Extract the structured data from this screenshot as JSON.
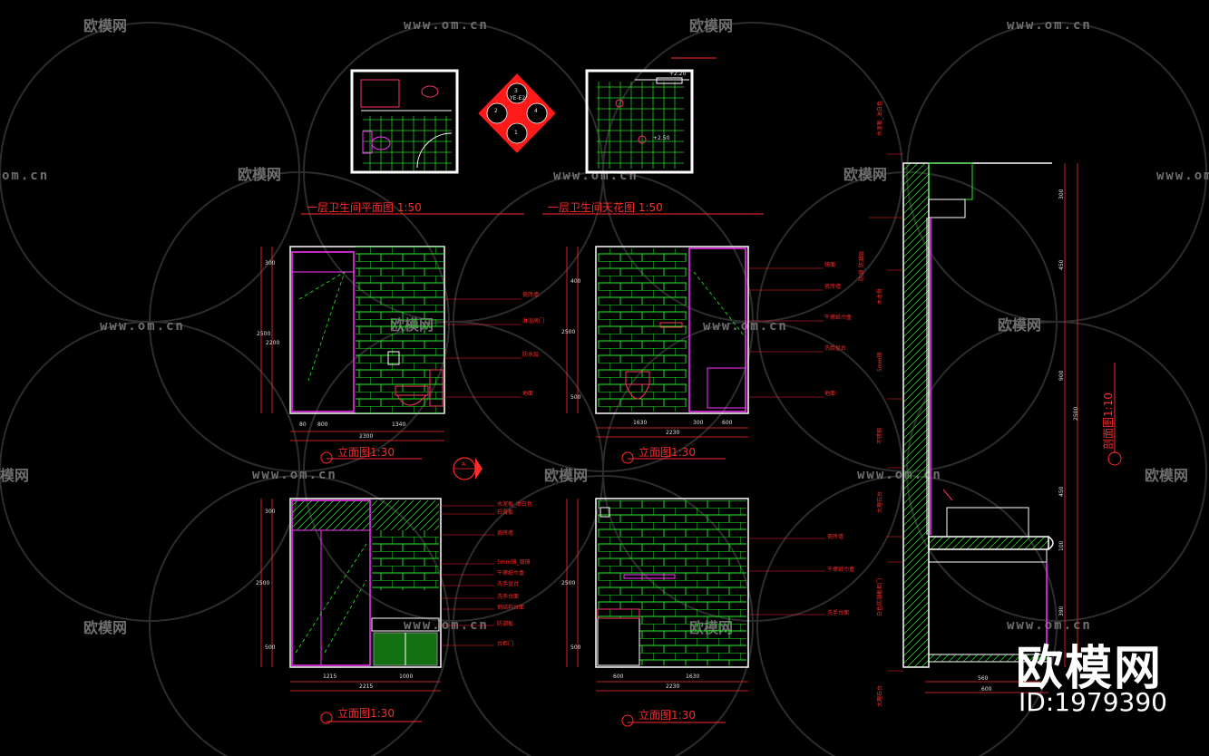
{
  "watermark": {
    "brand": "欧模网",
    "url": "www.om.cn",
    "partial_url": "om.cn",
    "partial_brand": "模网"
  },
  "drawings": {
    "plan_title": "一层卫生间平面图 1:50",
    "ceiling_title": "一层卫生间天花图 1:50",
    "elev_title_1": "立面图1:30",
    "elev_title_2": "立面图1:30",
    "elev_title_3": "立面图1:30",
    "elev_title_4": "立面图1:30",
    "section_title": "剖面图1:10",
    "level_1": "+2.20",
    "level_2": "+2.50",
    "index_1": "1",
    "index_2": "2",
    "index_3": "3",
    "index_4": "4",
    "index_ref": "YE-E2",
    "section_mark": "A",
    "dims_e1": [
      "80",
      "800",
      "1340",
      "2300",
      "300",
      "2500",
      "2200"
    ],
    "dims_e2": [
      "1630",
      "300",
      "600",
      "2230",
      "400",
      "2500",
      "500"
    ],
    "dims_e3": [
      "1215",
      "1000",
      "2215",
      "300",
      "2500",
      "500"
    ],
    "dims_e4": [
      "600",
      "1630",
      "2230",
      "2500",
      "500"
    ],
    "dims_sec": [
      "300",
      "450",
      "900",
      "2500",
      "450",
      "100",
      "390",
      "560",
      "600"
    ],
    "notes_e1": [
      "瓷砖墙",
      "淋浴房门",
      "防水层",
      "地面"
    ],
    "notes_e2": [
      "镜面",
      "瓷砖墙",
      "干擦纸巾盒",
      "洗脸盆台",
      "地面"
    ],
    "notes_e3": [
      "水泥板_油白色",
      "石膏板",
      "瓷砖墙",
      "5mm镜_银镜",
      "干擦纸巾盒",
      "洗手盆台",
      "洗手台面",
      "钢结构台面",
      "防潮板",
      "台柜门"
    ],
    "notes_e4": [
      "瓷砖墙",
      "干擦纸巾盒",
      "洗手台面"
    ],
    "notes_sec": [
      "水泥板_油白色",
      "防潮_防潮层",
      "木龙骨",
      "5mm镜",
      "不锈钢",
      "大理石台",
      "白色防潮板柜门",
      "大理石台"
    ]
  },
  "brand_mark": {
    "name": "欧模网",
    "id": "ID:1979390"
  },
  "colors": {
    "background": "#000000",
    "wall_lines": "#ffffff",
    "tile_lines": "#22ee22",
    "fixtures": "#ff3366",
    "annotation": "#ff2a2a",
    "frame_magenta": "#ff33ff",
    "watermark": "#6f6f6f"
  }
}
